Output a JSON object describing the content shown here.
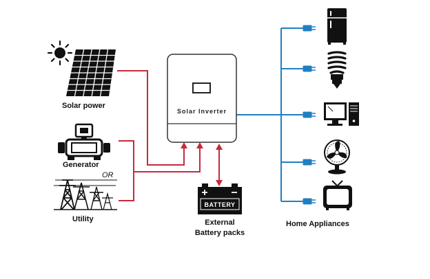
{
  "inverter": {
    "label": "Solar Inverter"
  },
  "sources": {
    "solar": "Solar power",
    "generator": "Generator",
    "or": "OR",
    "utility": "Utility"
  },
  "battery": {
    "label": "BATTERY",
    "caption_line1": "External",
    "caption_line2": "Battery packs"
  },
  "appliances": {
    "caption": "Home Appliances",
    "items": [
      "refrigerator-icon",
      "cfl-bulb-icon",
      "computer-icon",
      "fan-icon",
      "tv-icon"
    ]
  },
  "colors": {
    "input_wire": "#c8283c",
    "output_wire": "#1f7fc0",
    "icon": "#111111",
    "inverter_outline": "#333333"
  }
}
